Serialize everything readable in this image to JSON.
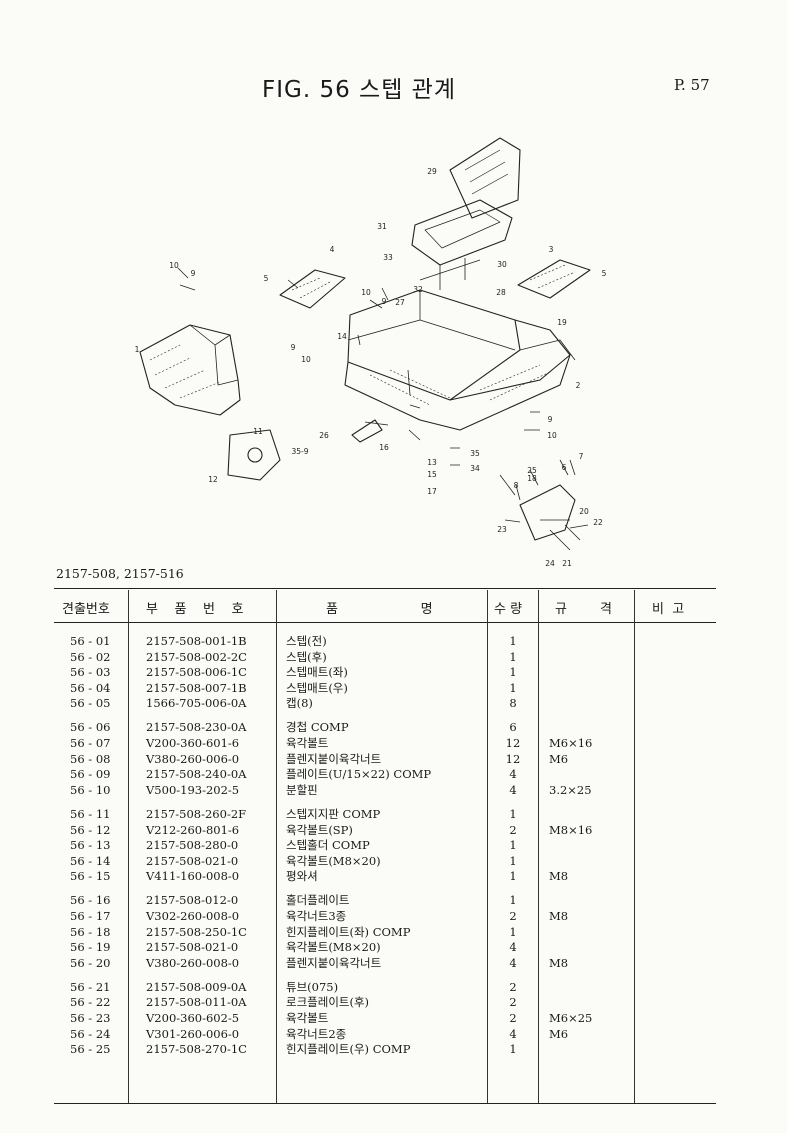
{
  "header": {
    "title": "FIG. 56  스텝 관계",
    "page": "P. 57"
  },
  "diagram": {
    "callouts": [
      "29",
      "31",
      "33",
      "30",
      "4",
      "3",
      "5",
      "5",
      "10",
      "9",
      "32",
      "28",
      "27",
      "9",
      "10",
      "19",
      "14",
      "1",
      "9",
      "10",
      "2",
      "26",
      "11",
      "35-9",
      "12",
      "16",
      "13",
      "15",
      "17",
      "35",
      "34",
      "9",
      "10",
      "25",
      "18",
      "6",
      "7",
      "8",
      "20",
      "22",
      "23",
      "24",
      "21"
    ]
  },
  "models": "2157-508,  2157-516",
  "table": {
    "headers": [
      "견출번호",
      "부    품    번    호",
      "품                    명",
      "수 량",
      "규        격",
      "비  고"
    ],
    "rows": [
      {
        "no": "56 - 01",
        "part": "2157-508-001-1B",
        "name": "스텝(전)",
        "qty": "1",
        "spec": ""
      },
      {
        "no": "56 - 02",
        "part": "2157-508-002-2C",
        "name": "스텝(후)",
        "qty": "1",
        "spec": ""
      },
      {
        "no": "56 - 03",
        "part": "2157-508-006-1C",
        "name": "스텝매트(좌)",
        "qty": "1",
        "spec": ""
      },
      {
        "no": "56 - 04",
        "part": "2157-508-007-1B",
        "name": "스텝매트(우)",
        "qty": "1",
        "spec": ""
      },
      {
        "no": "56 - 05",
        "part": "1566-705-006-0A",
        "name": "캡(8)",
        "qty": "8",
        "spec": ""
      },
      {
        "no": "56 - 06",
        "part": "2157-508-230-0A",
        "name": "경첩 COMP",
        "qty": "6",
        "spec": ""
      },
      {
        "no": "56 - 07",
        "part": "V200-360-601-6",
        "name": "육각볼트",
        "qty": "12",
        "spec": "M6×16"
      },
      {
        "no": "56 - 08",
        "part": "V380-260-006-0",
        "name": "플렌지붙이육각너트",
        "qty": "12",
        "spec": "M6"
      },
      {
        "no": "56 - 09",
        "part": "2157-508-240-0A",
        "name": "플레이트(U/15×22) COMP",
        "qty": "4",
        "spec": ""
      },
      {
        "no": "56 - 10",
        "part": "V500-193-202-5",
        "name": "분할핀",
        "qty": "4",
        "spec": "3.2×25"
      },
      {
        "no": "56 - 11",
        "part": "2157-508-260-2F",
        "name": "스텝지지판 COMP",
        "qty": "1",
        "spec": ""
      },
      {
        "no": "56 - 12",
        "part": "V212-260-801-6",
        "name": "육각볼트(SP)",
        "qty": "2",
        "spec": "M8×16"
      },
      {
        "no": "56 - 13",
        "part": "2157-508-280-0",
        "name": "스텝홀더 COMP",
        "qty": "1",
        "spec": ""
      },
      {
        "no": "56 - 14",
        "part": "2157-508-021-0",
        "name": "육각볼트(M8×20)",
        "qty": "1",
        "spec": ""
      },
      {
        "no": "56 - 15",
        "part": "V411-160-008-0",
        "name": "평와셔",
        "qty": "1",
        "spec": "M8"
      },
      {
        "no": "56 - 16",
        "part": "2157-508-012-0",
        "name": "홀더플레이트",
        "qty": "1",
        "spec": ""
      },
      {
        "no": "56 - 17",
        "part": "V302-260-008-0",
        "name": "육각너트3종",
        "qty": "2",
        "spec": "M8"
      },
      {
        "no": "56 - 18",
        "part": "2157-508-250-1C",
        "name": "힌지플레이트(좌) COMP",
        "qty": "1",
        "spec": ""
      },
      {
        "no": "56 - 19",
        "part": "2157-508-021-0",
        "name": "육각볼트(M8×20)",
        "qty": "4",
        "spec": ""
      },
      {
        "no": "56 - 20",
        "part": "V380-260-008-0",
        "name": "플렌지붙이육각너트",
        "qty": "4",
        "spec": "M8"
      },
      {
        "no": "56 - 21",
        "part": "2157-508-009-0A",
        "name": "튜브(075)",
        "qty": "2",
        "spec": ""
      },
      {
        "no": "56 - 22",
        "part": "2157-508-011-0A",
        "name": "로크플레이트(후)",
        "qty": "2",
        "spec": ""
      },
      {
        "no": "56 - 23",
        "part": "V200-360-602-5",
        "name": "육각볼트",
        "qty": "2",
        "spec": "M6×25"
      },
      {
        "no": "56 - 24",
        "part": "V301-260-006-0",
        "name": "육각너트2종",
        "qty": "4",
        "spec": "M6"
      },
      {
        "no": "56 - 25",
        "part": "2157-508-270-1C",
        "name": "힌지플레이트(우) COMP",
        "qty": "1",
        "spec": ""
      }
    ]
  }
}
